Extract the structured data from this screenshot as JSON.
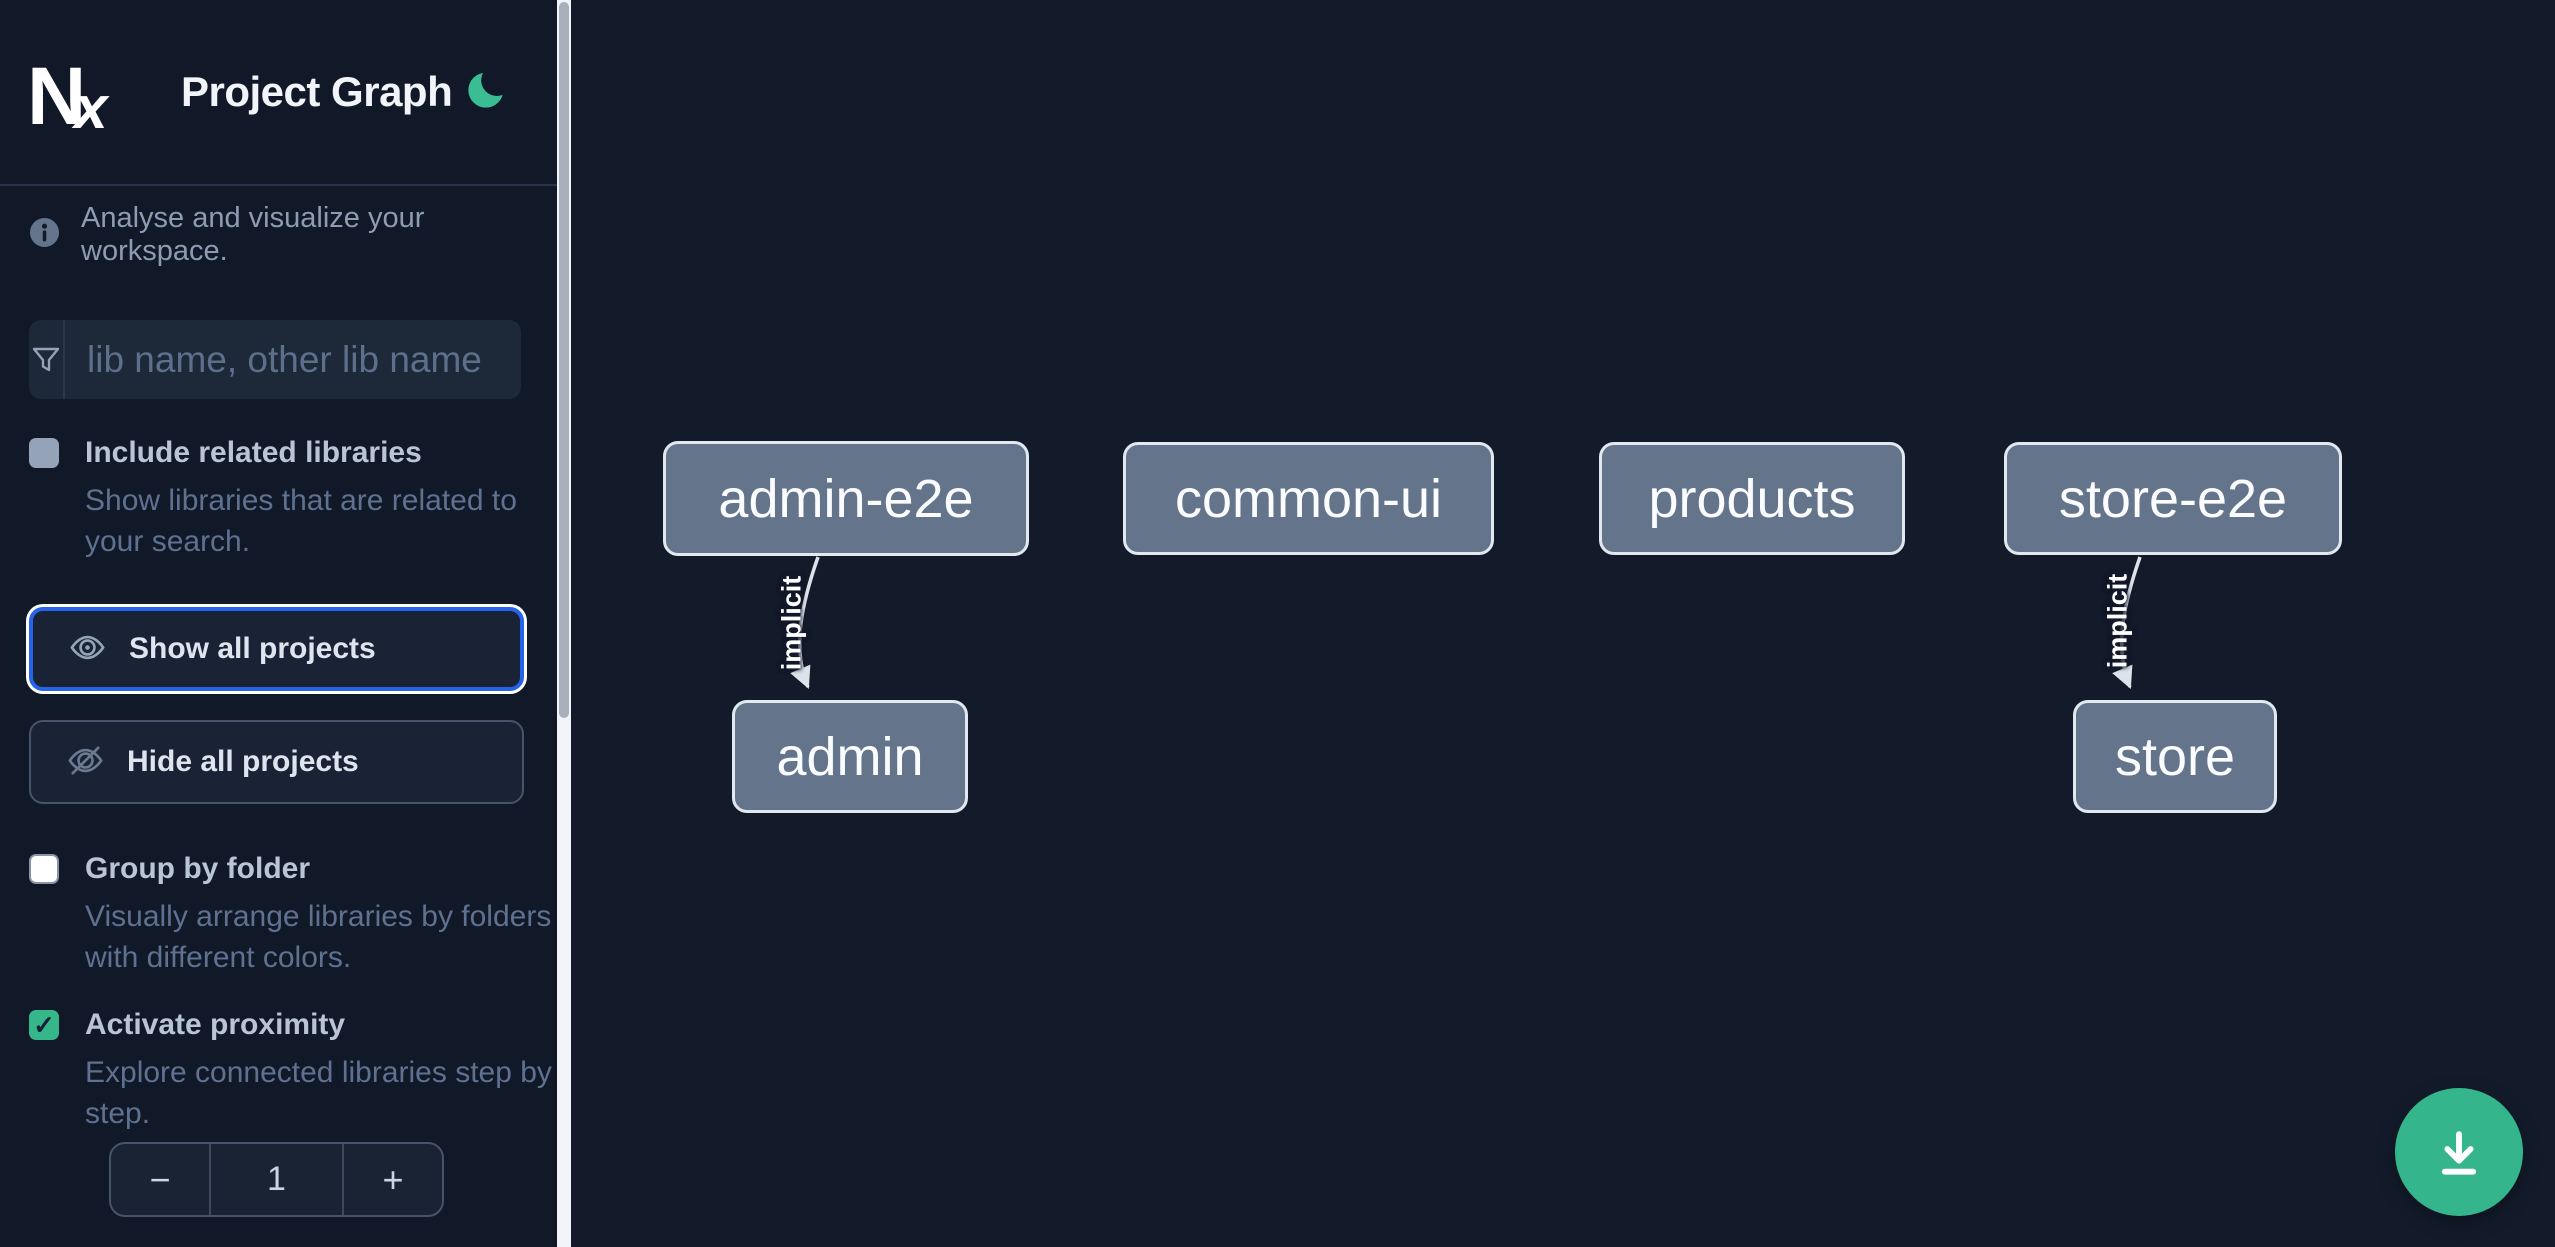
{
  "header": {
    "logo": {
      "n": "N",
      "x": "x"
    },
    "title": "Project Graph",
    "theme_icon": "moon-icon"
  },
  "info": {
    "text": "Analyse and visualize your workspace."
  },
  "filter": {
    "icon": "filter-funnel-icon",
    "placeholder": "lib name, other lib name",
    "value": ""
  },
  "controls": {
    "include_related": {
      "label": "Include related libraries",
      "description": "Show libraries that are related to your search.",
      "checked": false
    },
    "show_all": {
      "label": "Show all projects",
      "icon": "eye-icon",
      "focused": true
    },
    "hide_all": {
      "label": "Hide all projects",
      "icon": "eye-off-icon"
    },
    "group_by_folder": {
      "label": "Group by folder",
      "description": "Visually arrange libraries by folders with different colors.",
      "checked": false
    },
    "activate_proximity": {
      "label": "Activate proximity",
      "description": "Explore connected libraries step by step.",
      "checked": true,
      "check_glyph": "✓",
      "stepper": {
        "decrement": "−",
        "value": "1",
        "increment": "+"
      }
    }
  },
  "graph": {
    "nodes": [
      {
        "id": "admin-e2e",
        "label": "admin-e2e"
      },
      {
        "id": "common-ui",
        "label": "common-ui"
      },
      {
        "id": "products",
        "label": "products"
      },
      {
        "id": "store-e2e",
        "label": "store-e2e"
      },
      {
        "id": "admin",
        "label": "admin"
      },
      {
        "id": "store",
        "label": "store"
      }
    ],
    "edges": [
      {
        "source": "admin-e2e",
        "target": "admin",
        "label": "implicit"
      },
      {
        "source": "store-e2e",
        "target": "store",
        "label": "implicit"
      }
    ]
  },
  "fab": {
    "icon": "download-icon"
  },
  "colors": {
    "sidebar_bg": "#111827",
    "canvas_bg": "#131b2b",
    "accent_green": "#35b789",
    "focus_blue": "#2563eb",
    "node_fill": "#64748b",
    "node_border": "#e2e8f0",
    "edge": "#dde3ea",
    "text_muted": "#5f7190"
  }
}
